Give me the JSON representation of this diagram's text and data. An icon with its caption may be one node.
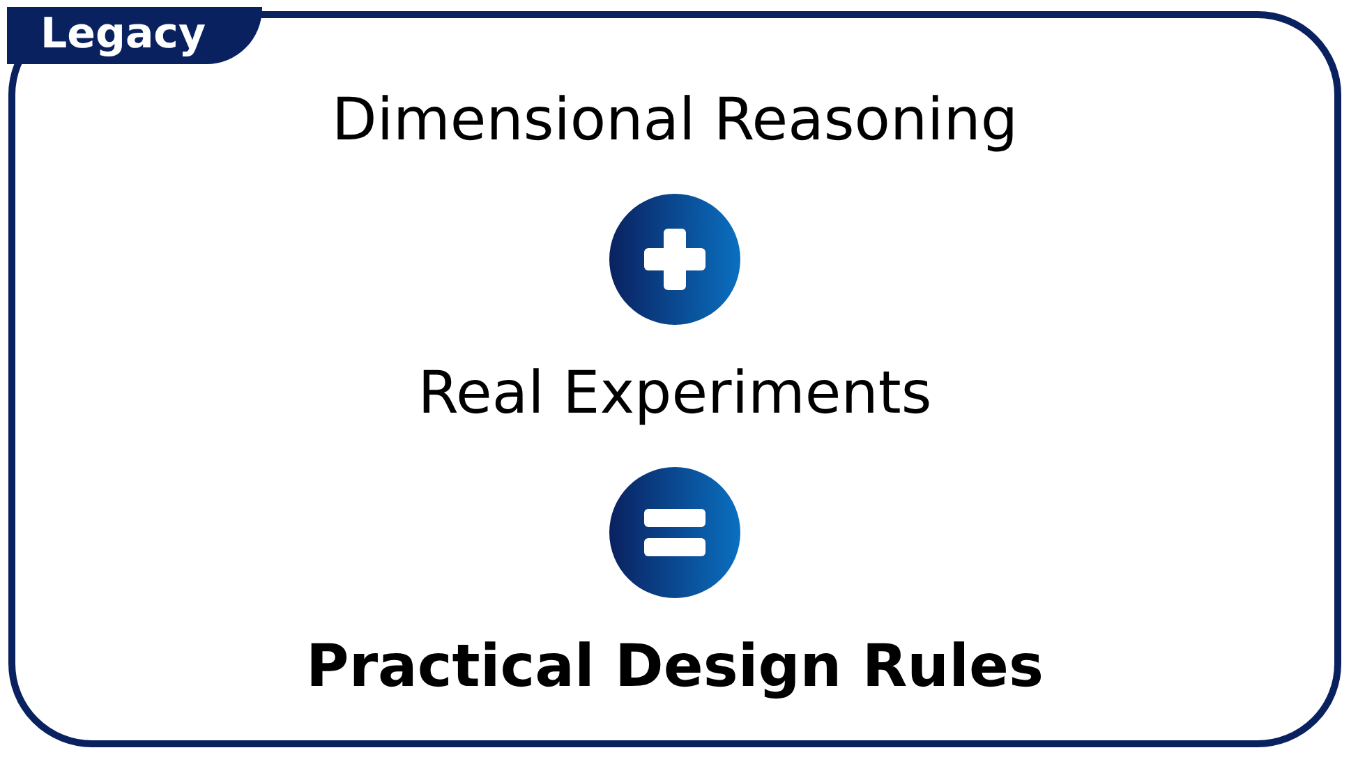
{
  "diagram": {
    "nodes": [
      {
        "text": [
          "Legacy",
          "Dimensional Reasoning",
          "Real Experiments",
          "Practical Design Rules"
        ]
      }
    ]
  }
}
